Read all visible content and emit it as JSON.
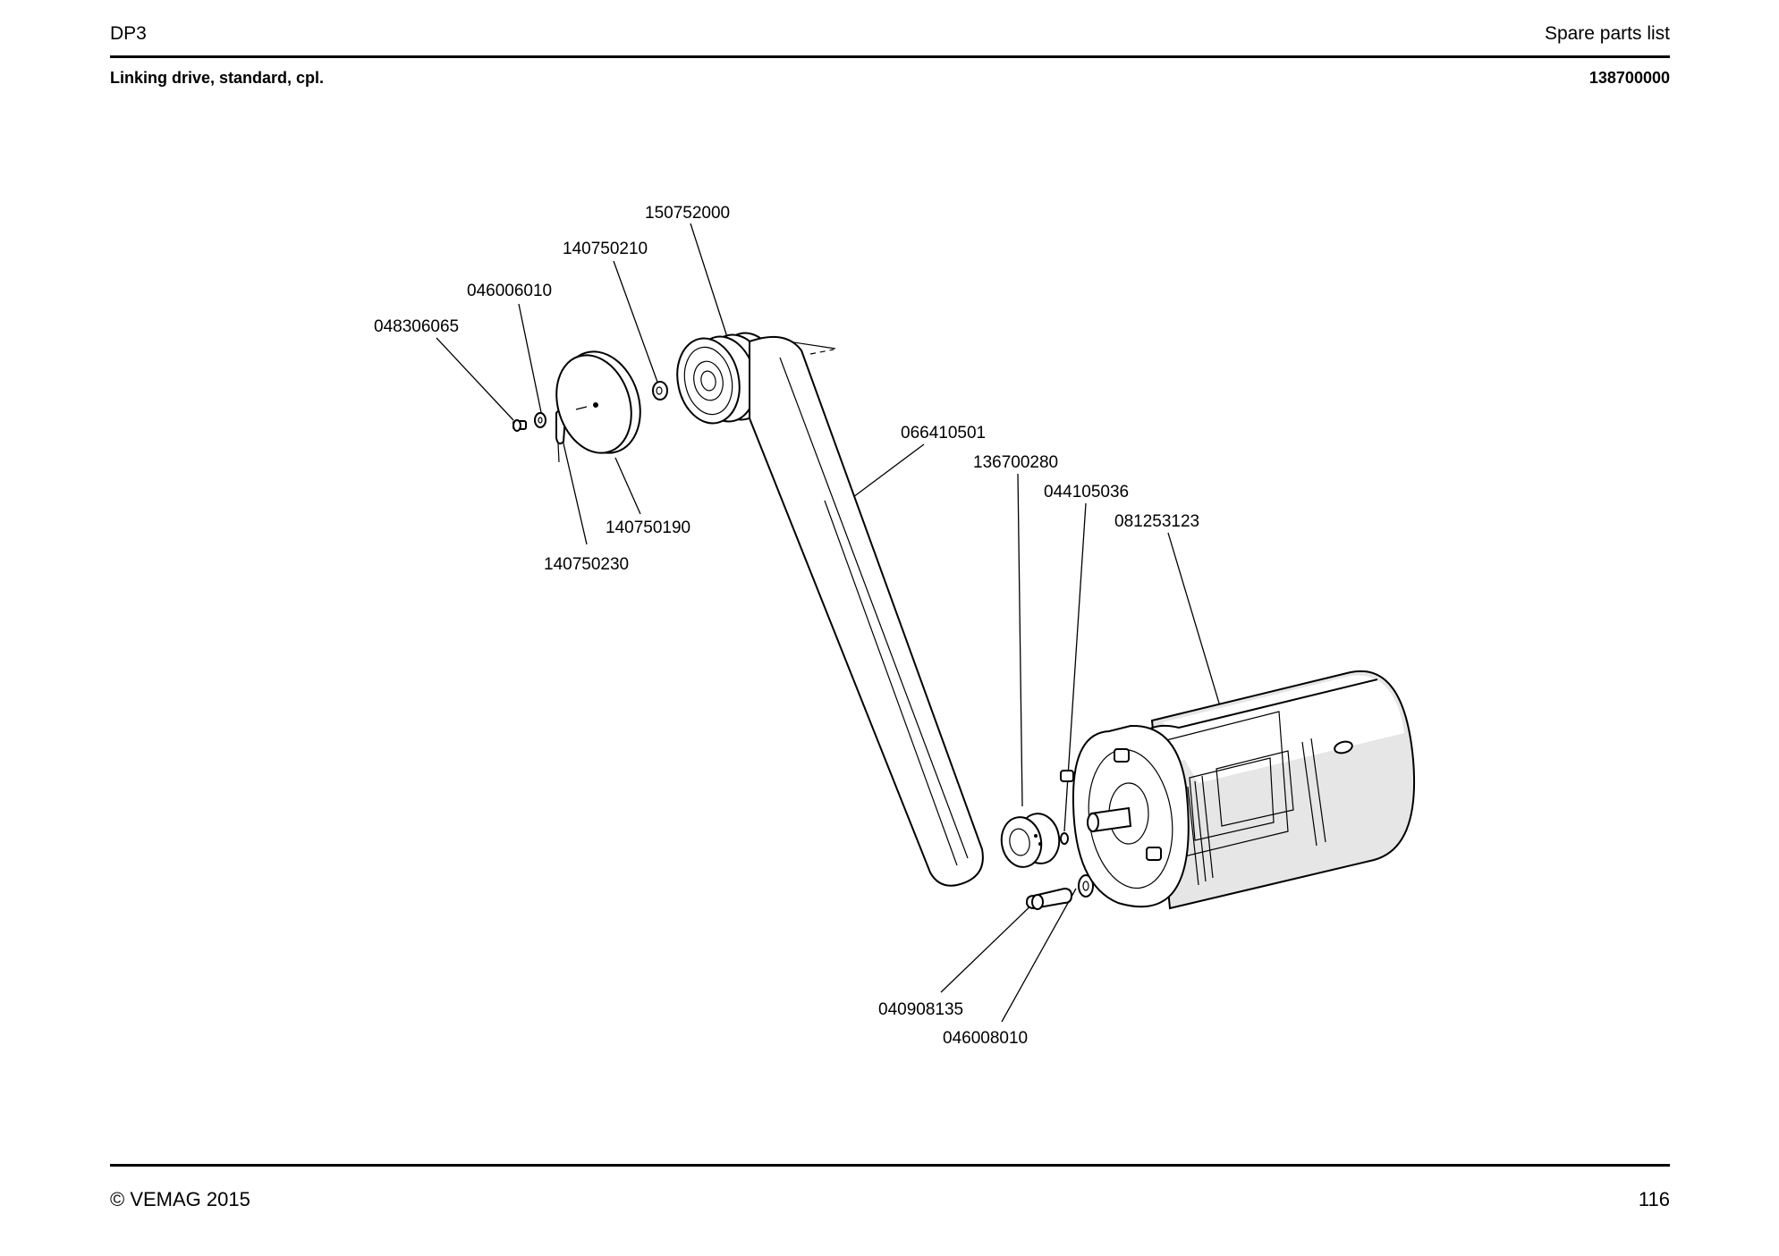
{
  "header": {
    "model": "DP3",
    "doc_type": "Spare parts list",
    "assembly_title": "Linking drive, standard, cpl.",
    "assembly_number": "138700000"
  },
  "footer": {
    "copyright": "© VEMAG 2015",
    "page_number": "116"
  },
  "part_labels": [
    "150752000",
    "140750210",
    "046006010",
    "048306065",
    "066410501",
    "136700280",
    "044105036",
    "081253123",
    "140750190",
    "140750230",
    "040908135",
    "046008010"
  ]
}
